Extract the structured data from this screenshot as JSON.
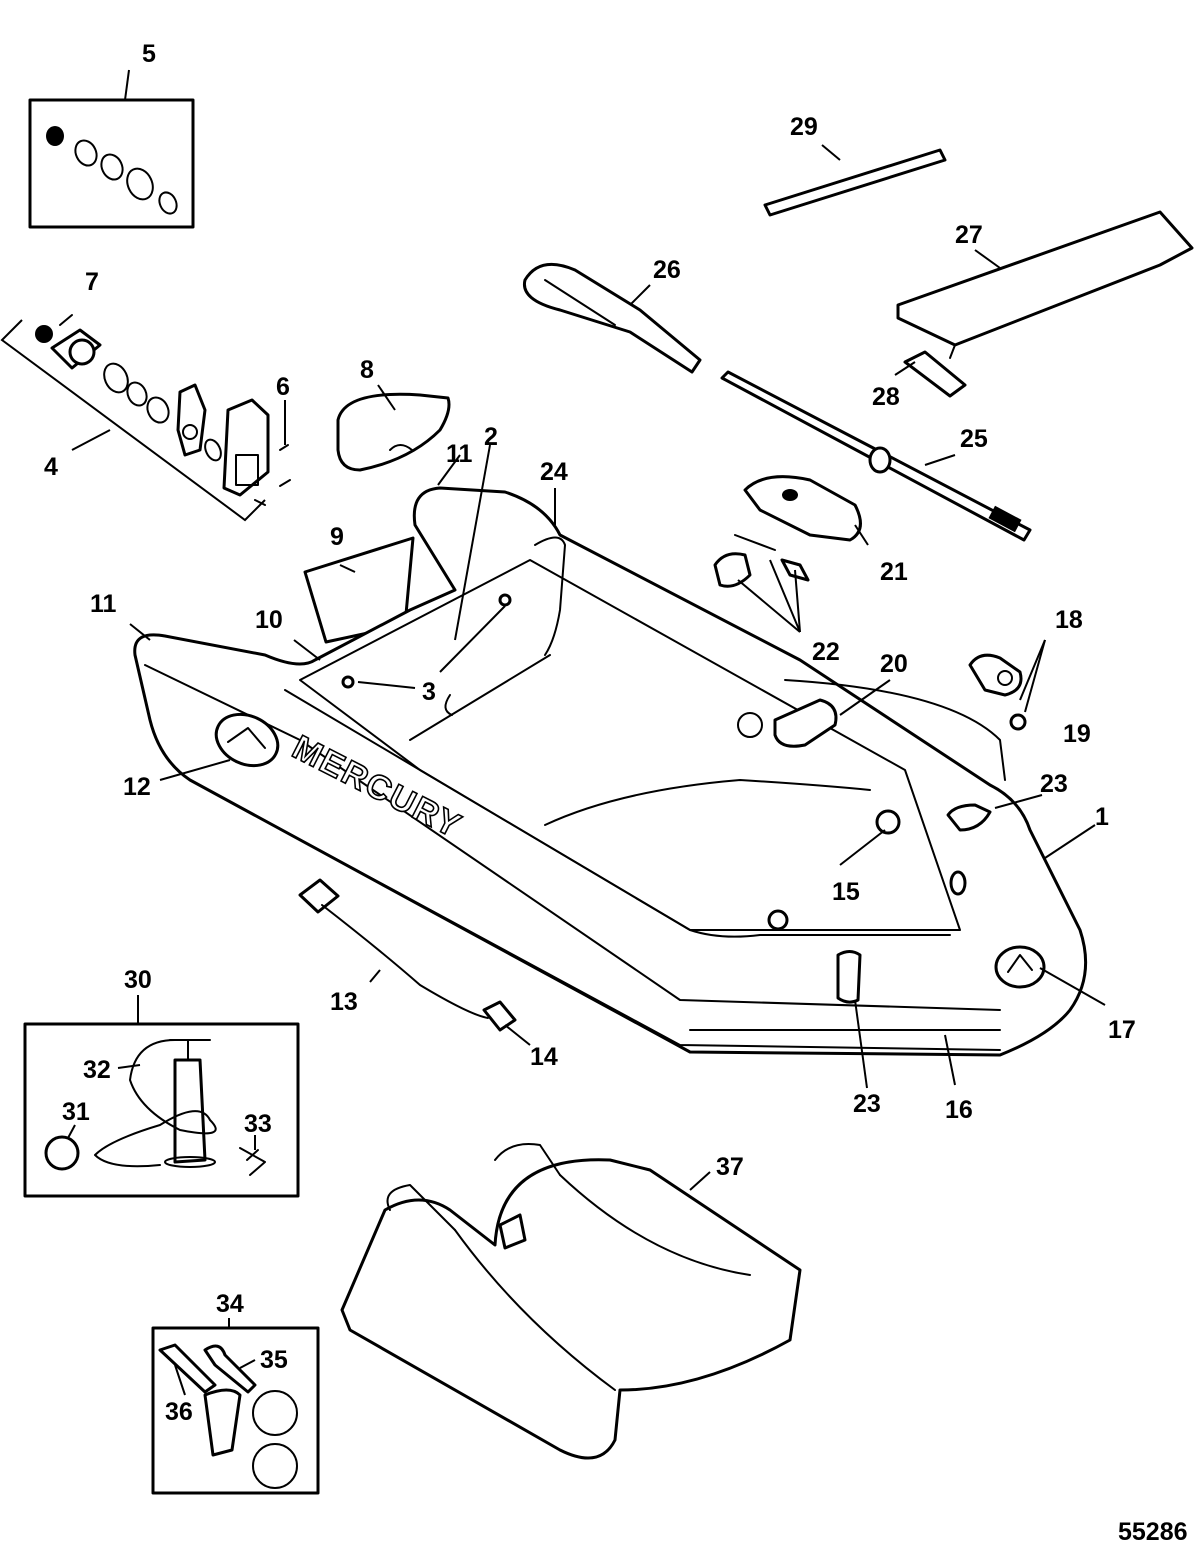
{
  "callouts": {
    "c1": "1",
    "c2": "2",
    "c3": "3",
    "c4": "4",
    "c5": "5",
    "c6": "6",
    "c7": "7",
    "c8": "8",
    "c9": "9",
    "c10": "10",
    "c11a": "11",
    "c11b": "11",
    "c12": "12",
    "c13": "13",
    "c14": "14",
    "c15": "15",
    "c16": "16",
    "c17": "17",
    "c18": "18",
    "c19": "19",
    "c20": "20",
    "c21": "21",
    "c22": "22",
    "c23a": "23",
    "c23b": "23",
    "c24": "24",
    "c25": "25",
    "c26": "26",
    "c27": "27",
    "c28": "28",
    "c29": "29",
    "c30": "30",
    "c31": "31",
    "c32": "32",
    "c33": "33",
    "c34": "34",
    "c35": "35",
    "c36": "36",
    "c37": "37"
  },
  "boat_brand": "MERCURY",
  "figure_number": "55286"
}
